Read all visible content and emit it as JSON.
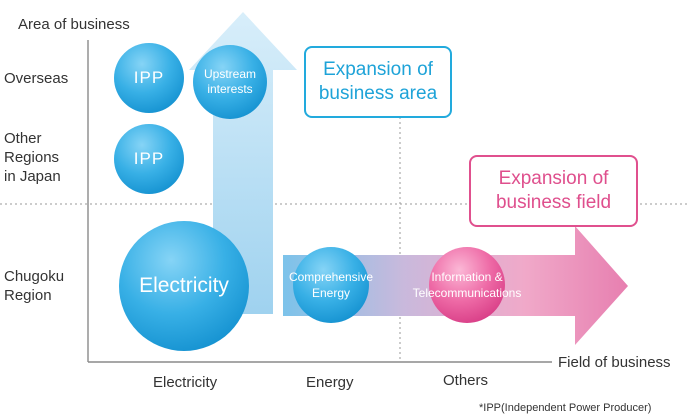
{
  "diagram": {
    "y_axis_title": "Area of business",
    "x_axis_title": "Field of business",
    "rows": [
      {
        "label_lines": [
          "Overseas"
        ]
      },
      {
        "label_lines": [
          "Other",
          "Regions",
          "in Japan"
        ]
      },
      {
        "label_lines": [
          "Chugoku",
          "Region"
        ]
      }
    ],
    "columns": [
      "Electricity",
      "Energy",
      "Others"
    ],
    "circles": {
      "ipp_overseas": "IPP",
      "upstream_interests": [
        "Upstream",
        "interests"
      ],
      "ipp_japan": "IPP",
      "electricity": "Electricity",
      "comprehensive_energy": [
        "Comprehensive",
        "Energy"
      ],
      "info_telecom": [
        "Information &",
        "Telecommunications"
      ]
    },
    "boxes": {
      "expansion_area": [
        "Expansion of",
        "business area"
      ],
      "expansion_field": [
        "Expansion of",
        "business field"
      ]
    },
    "footnote": "*IPP(Independent Power Producer)",
    "colors": {
      "blue_accent": "#22aadd",
      "pink_accent": "#e0508e",
      "axis": "#999999"
    }
  }
}
